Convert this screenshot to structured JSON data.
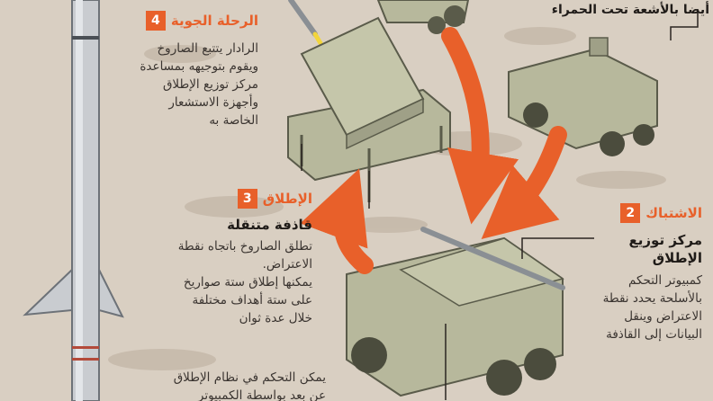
{
  "ir_caption": "أيضا بالأشعة تحت الحمراء",
  "steps": [
    {
      "number": "4",
      "title": "الرحلة الجوية",
      "body_lines": [
        "الرادار يتتبع الصاروخ",
        "ويقوم بتوجيهه بمساعدة",
        "مركز توزيع الإطلاق",
        "وأجهزة الاستشعار",
        "الخاصة به"
      ]
    },
    {
      "number": "3",
      "title": "الإطلاق",
      "subtitle": "قاذفة متنقلة",
      "body_lines": [
        "تطلق الصاروخ باتجاه نقطة",
        "الاعتراض.",
        "يمكنها إطلاق ستة صواريخ",
        "على ستة أهداف مختلفة",
        "خلال عدة ثوان"
      ]
    },
    {
      "number": "2",
      "title": "الاشتباك",
      "subtitle_lines": [
        "مركز توزيع",
        "الإطلاق"
      ],
      "body_lines": [
        "كمبيوتر التحكم",
        "بالأسلحة يحدد نقطة",
        "الاعتراض وينقل",
        "البيانات إلى القاذفة"
      ]
    }
  ],
  "footer_lines": [
    "يمكن التحكم في نظام الإطلاق",
    "عن بعد بواسطة الكمبيوتر"
  ],
  "colors": {
    "accent": "#e8602a",
    "ground": "#d9cfc2",
    "vehicle": "#b7b89c",
    "missile": "#c9ccd0"
  }
}
